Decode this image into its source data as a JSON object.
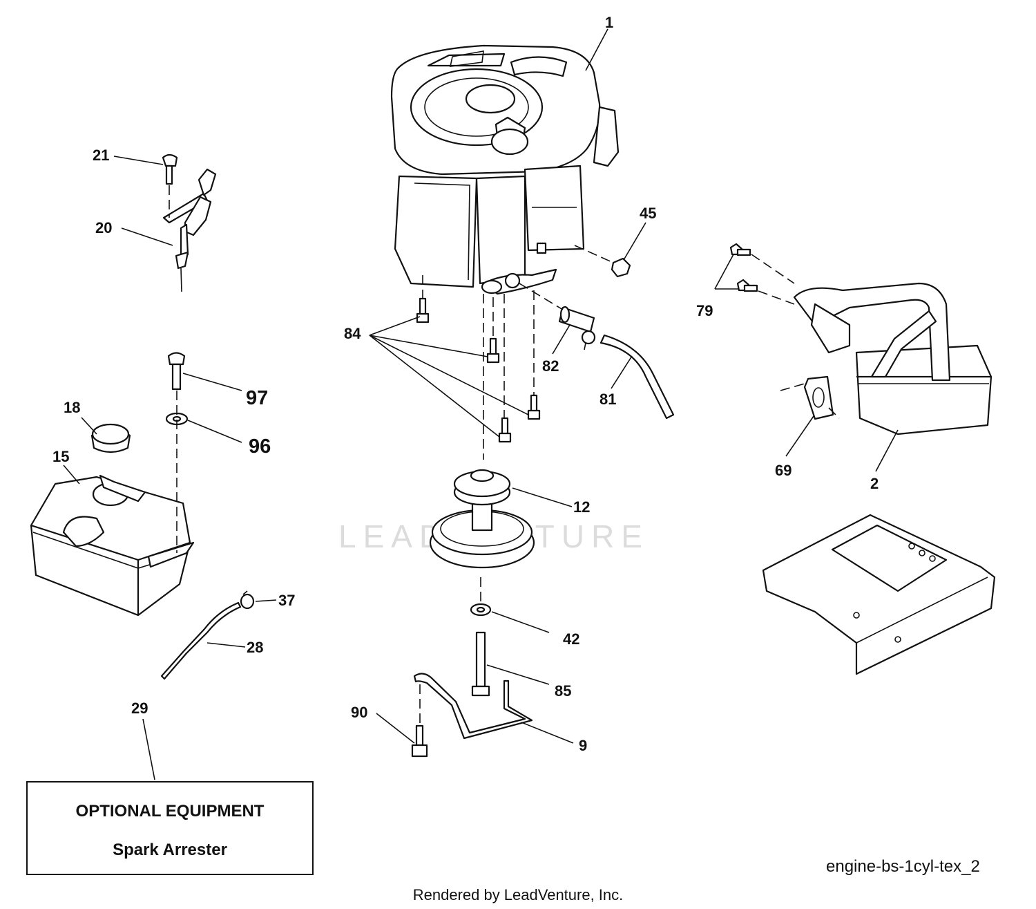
{
  "callouts": [
    "1",
    "21",
    "20",
    "45",
    "79",
    "84",
    "82",
    "81",
    "97",
    "18",
    "96",
    "15",
    "69",
    "2",
    "12",
    "37",
    "28",
    "42",
    "85",
    "29",
    "90",
    "9"
  ],
  "watermark": "LEADVENTURE",
  "optional_box": {
    "title": "OPTIONAL EQUIPMENT",
    "item": "Spark Arrester"
  },
  "diagram_code": "engine-bs-1cyl-tex_2",
  "credit": "Rendered by LeadVenture, Inc."
}
